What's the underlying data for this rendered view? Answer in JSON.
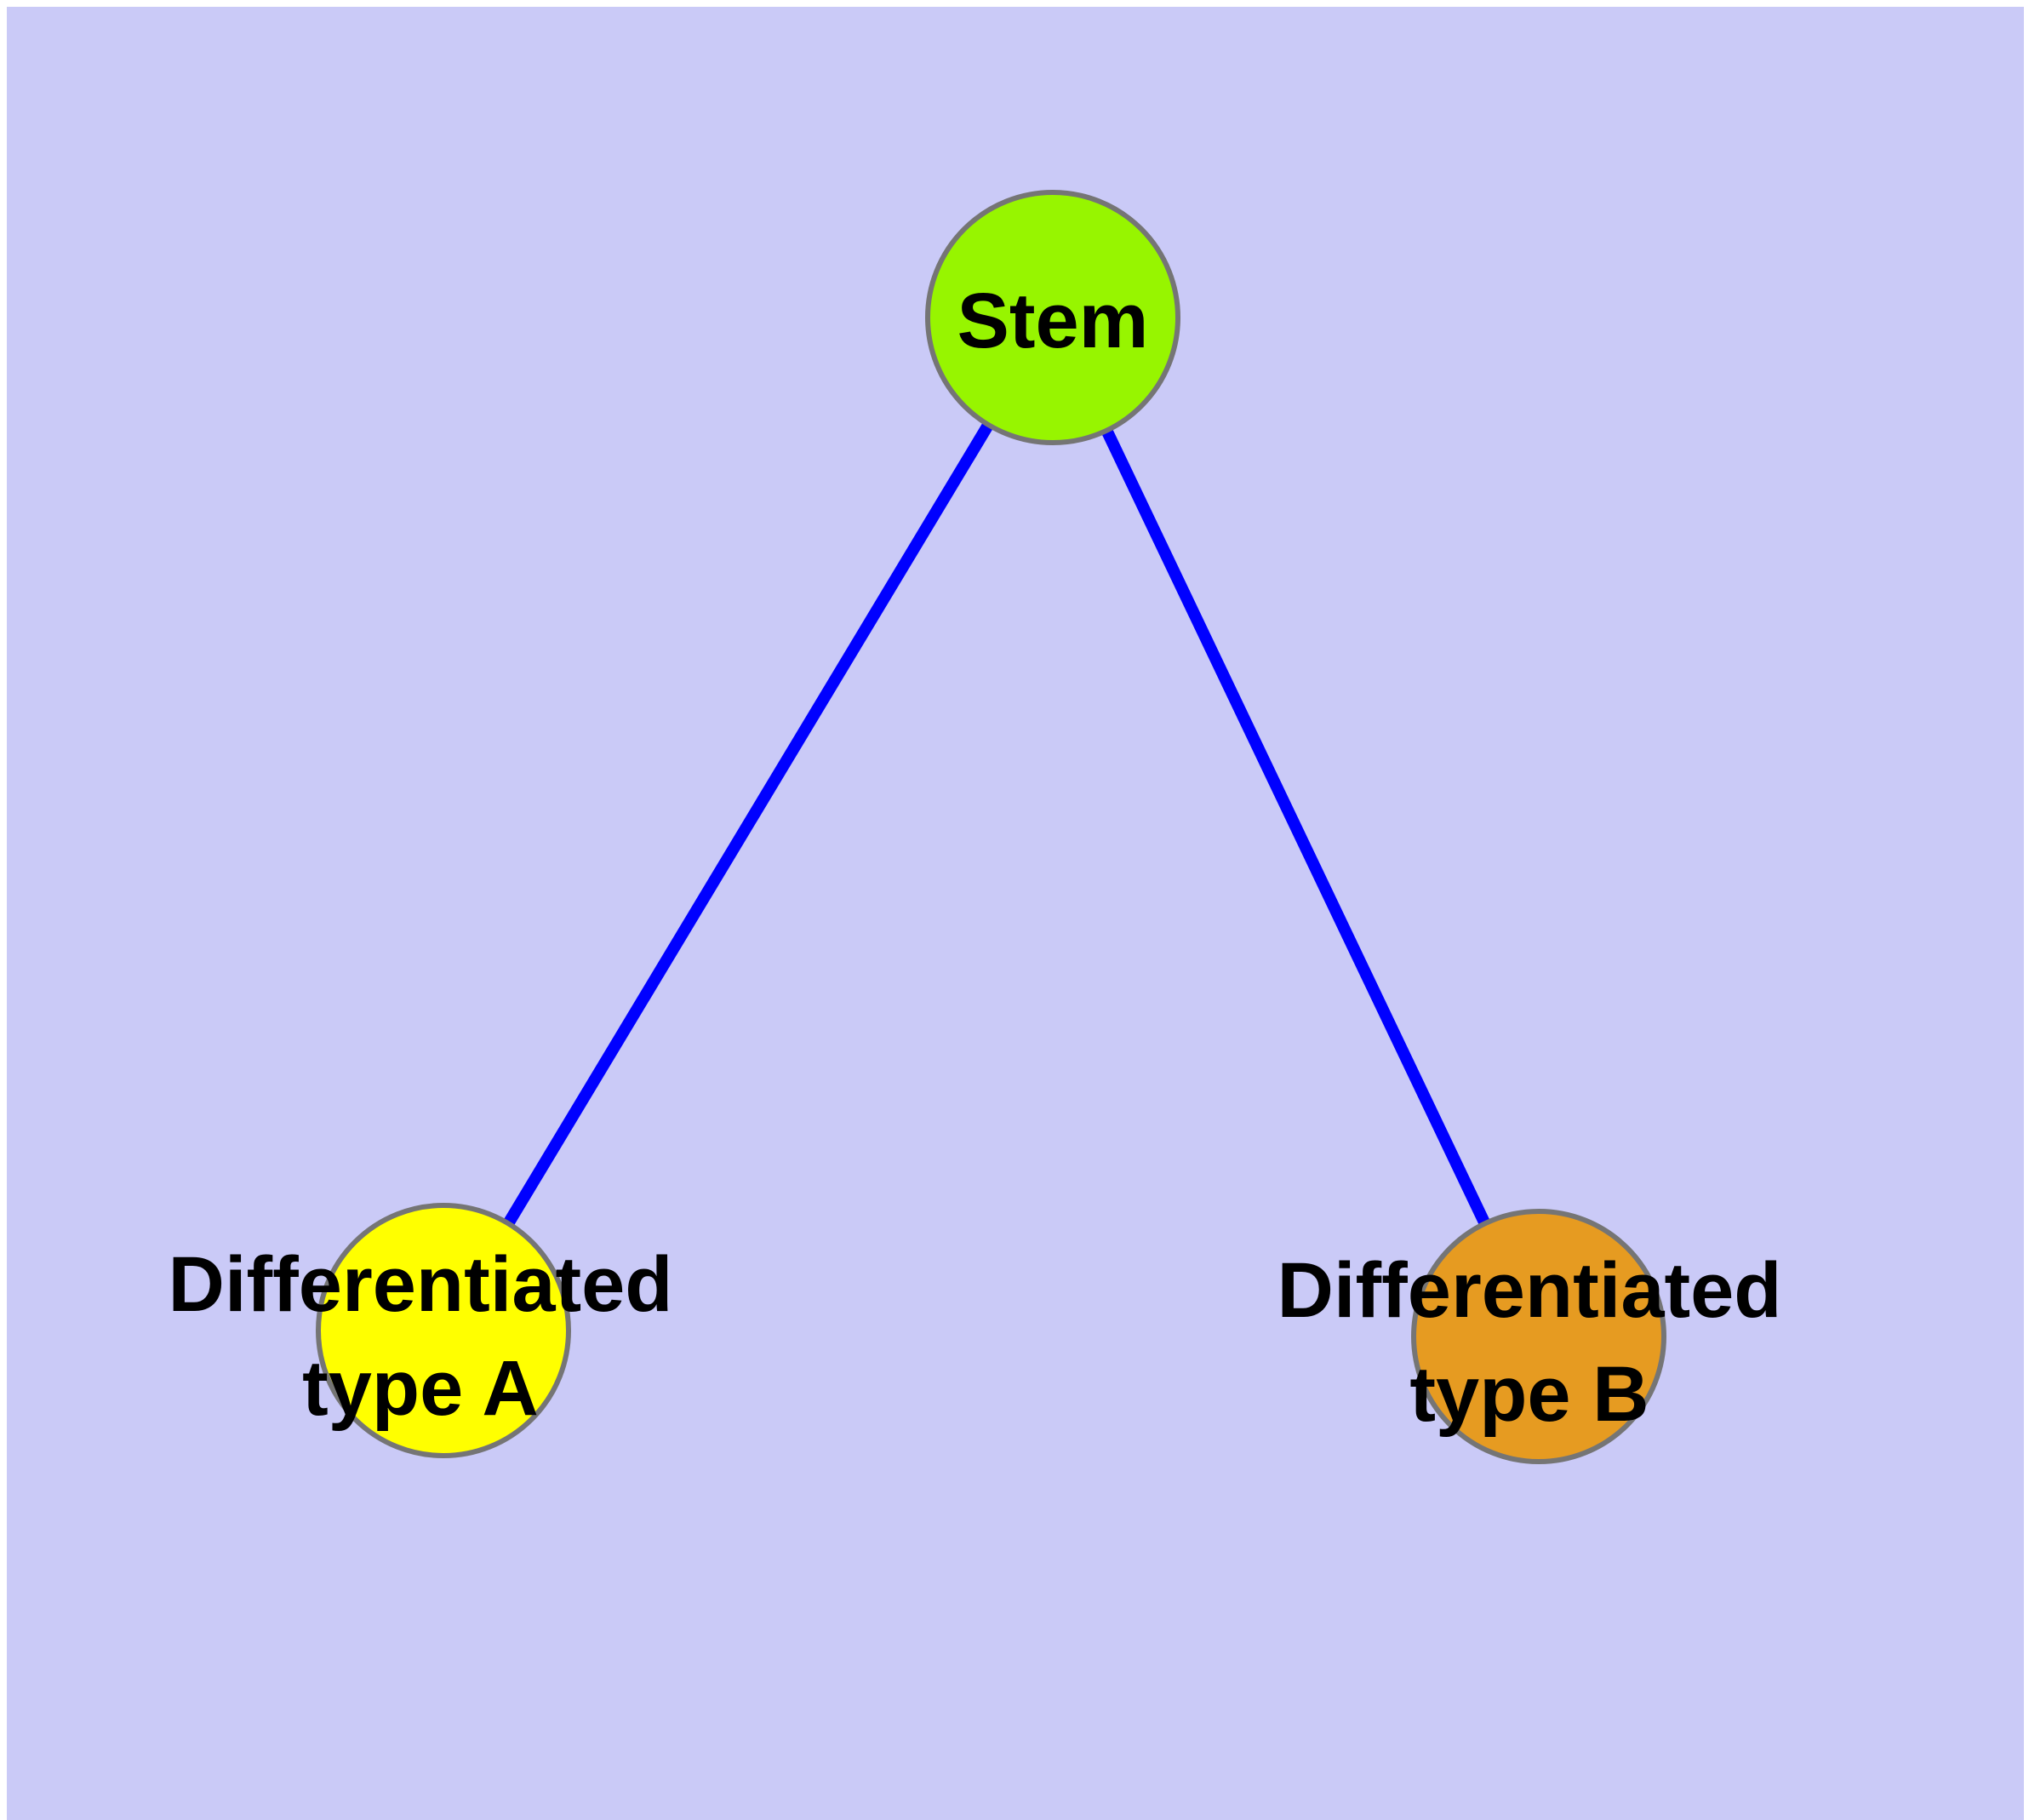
{
  "diagram": {
    "type": "node-link graph",
    "nodes": [
      {
        "id": "stem",
        "label": "Stem",
        "shape": "circle",
        "fill": "#97f500",
        "border": "#757575"
      },
      {
        "id": "type-a",
        "label": "Differentiated\ntype A",
        "shape": "circle",
        "fill": "#ffff00",
        "border": "#757575"
      },
      {
        "id": "type-b",
        "label": "Differentiated\ntype B",
        "shape": "circle",
        "fill": "#e69b21",
        "border": "#757575"
      }
    ],
    "edges": [
      {
        "from": "stem",
        "to": "type-a",
        "color": "#0000ff",
        "style": "solid"
      },
      {
        "from": "stem",
        "to": "type-b",
        "color": "#0000ff",
        "style": "solid"
      }
    ]
  },
  "colors": {
    "page-bg": "#ffffff",
    "canvas-bg": "#cacaf7",
    "edge-color": "#0000ff",
    "node-border": "#757575",
    "stem-fill": "#97f500",
    "type-a-fill": "#ffff00",
    "type-b-fill": "#e69b21",
    "label-color": "#000000"
  }
}
